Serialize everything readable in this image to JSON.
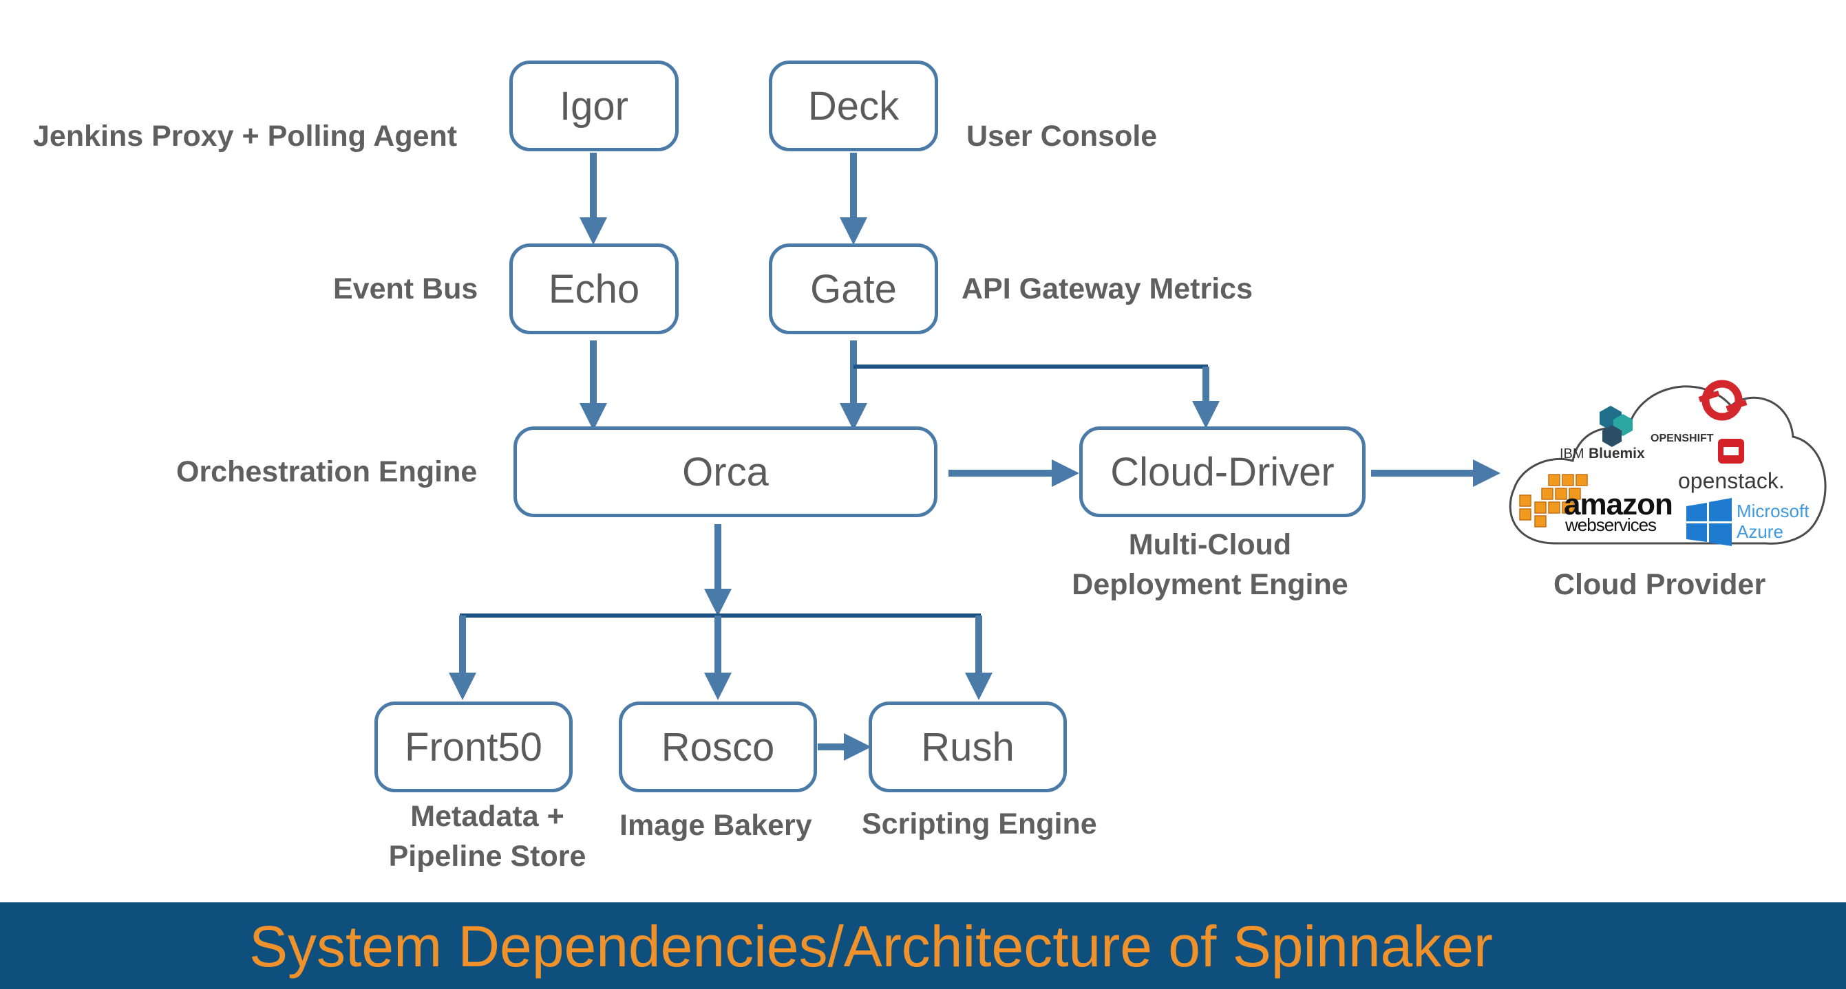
{
  "nodes": {
    "igor": "Igor",
    "deck": "Deck",
    "echo": "Echo",
    "gate": "Gate",
    "orca": "Orca",
    "cloud_driver": "Cloud-Driver",
    "front50": "Front50",
    "rosco": "Rosco",
    "rush": "Rush"
  },
  "labels": {
    "igor": "Jenkins Proxy + Polling Agent",
    "deck": "User Console",
    "echo": "Event Bus",
    "gate": "API Gateway Metrics",
    "orca": "Orchestration Engine",
    "cloud_driver_1": "Multi-Cloud",
    "cloud_driver_2": "Deployment Engine",
    "front50_1": "Metadata +",
    "front50_2": "Pipeline Store",
    "rosco": "Image Bakery",
    "rush": "Scripting Engine",
    "cloud_provider": "Cloud Provider"
  },
  "cloud_logos": {
    "ibm": "IBM",
    "bluemix": "Bluemix",
    "openshift": "OPENSHIFT",
    "openstack": "openstack.",
    "amazon": "amazon",
    "webservices": "webservices",
    "microsoft": "Microsoft",
    "azure": "Azure"
  },
  "banner": {
    "title": "System Dependencies/Architecture of Spinnaker"
  },
  "colors": {
    "box_border": "#4a7aa8",
    "arrow": "#4a7aa8",
    "connector": "#1e5282",
    "banner_bg": "#0e4f7e",
    "banner_text": "#f0922c"
  }
}
